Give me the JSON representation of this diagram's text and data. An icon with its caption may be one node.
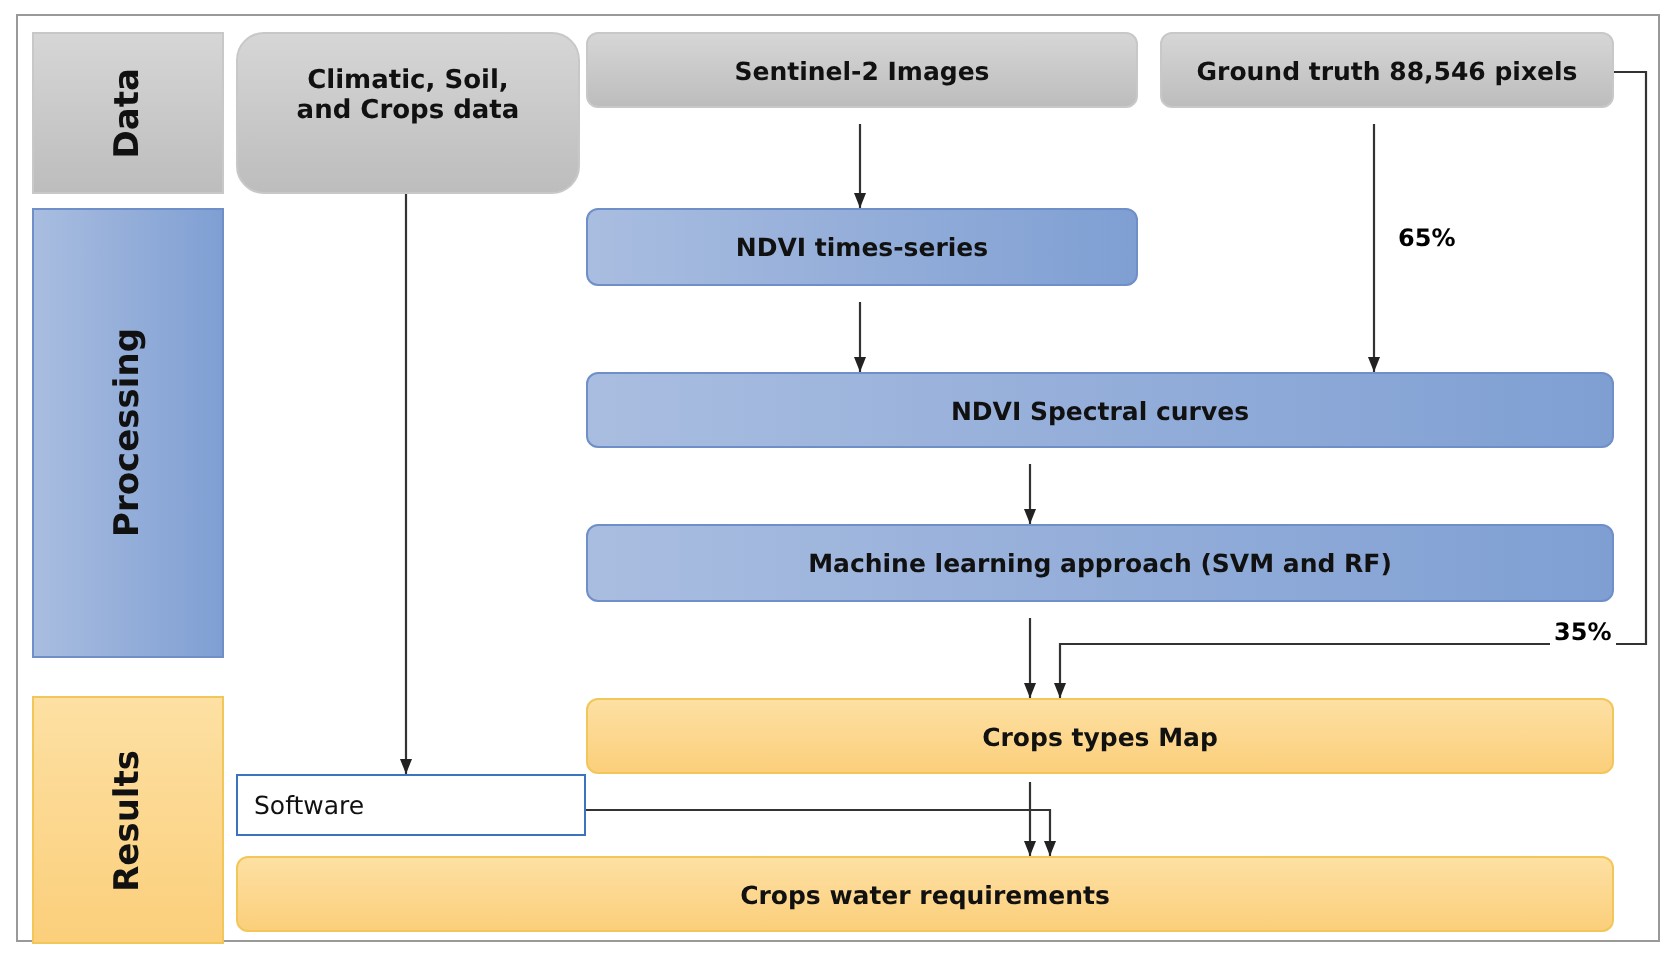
{
  "diagram": {
    "nodes": [
      {
        "text": [
          "Data"
        ]
      },
      {
        "text": [
          "Processing"
        ]
      },
      {
        "text": [
          "Results"
        ]
      },
      {
        "text": [
          "Climatic, Soil, and Crops data"
        ]
      },
      {
        "text": [
          "Sentinel-2 Images"
        ]
      },
      {
        "text": [
          "Ground truth 88,546 pixels"
        ]
      },
      {
        "text": [
          "NDVI times-series"
        ]
      },
      {
        "text": [
          "NDVI Spectral curves"
        ]
      },
      {
        "text": [
          "Machine learning approach (SVM and RF)"
        ]
      },
      {
        "text": [
          "Crops types Map"
        ]
      },
      {
        "text": [
          "Software"
        ]
      },
      {
        "text": [
          "Crops water requirements"
        ]
      }
    ],
    "edges": [
      {
        "from": 3,
        "to": 10,
        "arrow": "to"
      },
      {
        "from": 4,
        "to": 6,
        "arrow": "to"
      },
      {
        "from": 6,
        "to": 7,
        "arrow": "to"
      },
      {
        "from": 5,
        "to": 7,
        "label": "65%",
        "arrow": "to"
      },
      {
        "from": 7,
        "to": 8,
        "arrow": "to"
      },
      {
        "from": 8,
        "to": 9,
        "arrow": "to"
      },
      {
        "from": 5,
        "to": 9,
        "label": "35%",
        "arrow": "to"
      },
      {
        "from": 9,
        "to": 11,
        "arrow": "to"
      },
      {
        "from": 10,
        "to": 11,
        "arrow": "to"
      }
    ]
  }
}
